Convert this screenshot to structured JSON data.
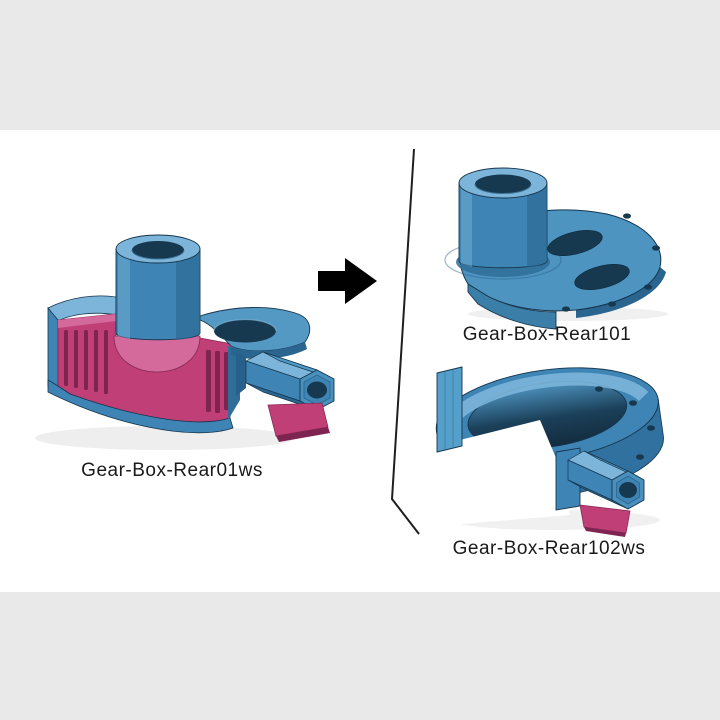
{
  "canvas": {
    "background_color": "#e9e9e9",
    "band_color": "#ffffff"
  },
  "labels": {
    "source": "Gear-Box-Rear01ws",
    "result_top": "Gear-Box-Rear101",
    "result_bottom": "Gear-Box-Rear102ws"
  },
  "arrow": {
    "icon": "arrow-right-icon",
    "direction": "right",
    "color": "#000000"
  },
  "divider": {
    "style": "bent-line",
    "color": "#1f1f1f"
  },
  "colors": {
    "part_blue_light": "#7cb5d9",
    "part_blue": "#3e85b5",
    "part_blue_dark": "#2a6590",
    "part_blue_deep": "#17394f",
    "section_pink_light": "#d4699c",
    "section_pink": "#bf3f76",
    "section_pink_dark": "#7e2450",
    "outline": "#16364d",
    "text": "#1a1a1a"
  }
}
